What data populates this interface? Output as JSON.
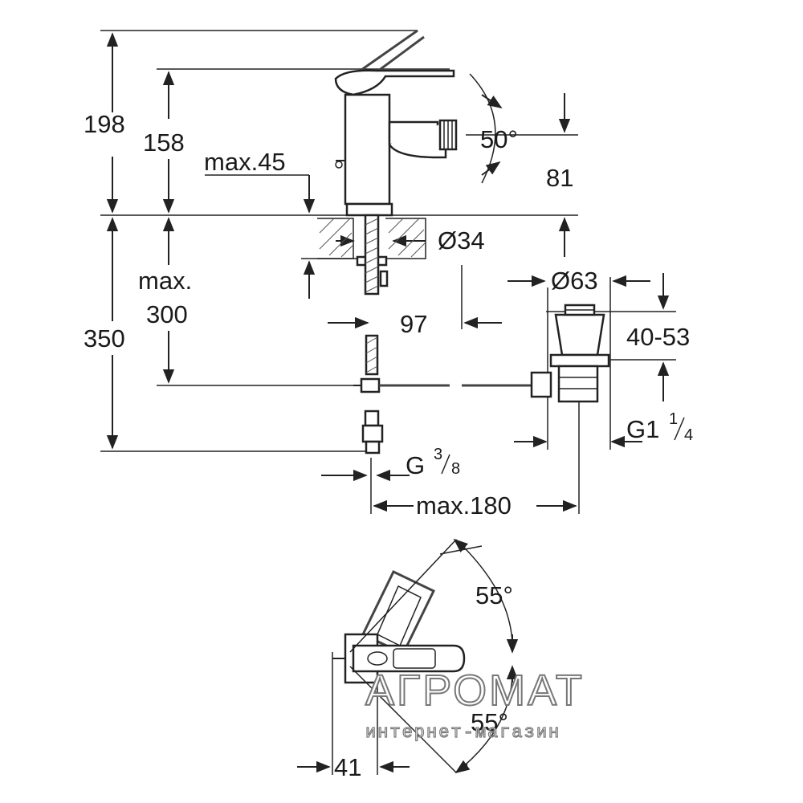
{
  "labels": {
    "dim_198": "198",
    "dim_158": "158",
    "dim_max45": "max.45",
    "dim_50deg": "50°",
    "dim_81": "81",
    "dim_d34": "Ø34",
    "dim_max": "max.",
    "dim_300": "300",
    "dim_350": "350",
    "dim_97": "97",
    "dim_d63": "Ø63",
    "dim_4053": "40-53",
    "thread_g1_main": "G1",
    "thread_g1_num": "1",
    "thread_g1_den": "4",
    "thread_g38_main": "G",
    "thread_g38_num": "3",
    "thread_g38_den": "8",
    "dim_max180": "max.180",
    "dim_55_top": "55°",
    "dim_55_bottom": "55°",
    "dim_41": "41"
  },
  "watermark": {
    "brand": "АГРОМАТ",
    "tagline": "интернет-магазин"
  },
  "colors": {
    "line": "#222222",
    "background": "#ffffff",
    "watermark_outline": "#777777"
  }
}
